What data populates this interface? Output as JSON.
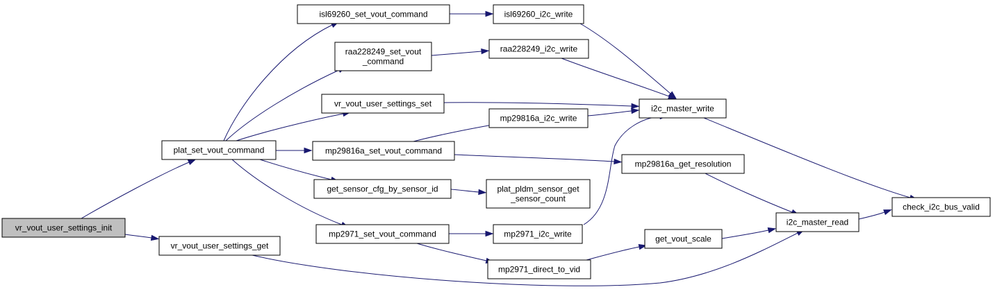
{
  "graph": {
    "colors": {
      "edge": "#191970",
      "root_fill": "#bfbfbf",
      "node_fill": "#ffffff",
      "node_border": "#000000"
    },
    "nodes": {
      "n_root": {
        "lines": [
          "vr_vout_user_settings_init"
        ],
        "highlight": true
      },
      "n_plat": {
        "lines": [
          "plat_set_vout_command"
        ]
      },
      "n_vget": {
        "lines": [
          "vr_vout_user_settings_get"
        ]
      },
      "n_isl_set": {
        "lines": [
          "isl69260_set_vout_command"
        ]
      },
      "n_raa_set": {
        "lines": [
          "raa228249_set_vout",
          "_command"
        ]
      },
      "n_vset": {
        "lines": [
          "vr_vout_user_settings_set"
        ]
      },
      "n_mp16_set": {
        "lines": [
          "mp29816a_set_vout_command"
        ]
      },
      "n_getcfg": {
        "lines": [
          "get_sensor_cfg_by_sensor_id"
        ]
      },
      "n_mp71_set": {
        "lines": [
          "mp2971_set_vout_command"
        ]
      },
      "n_isl_w": {
        "lines": [
          "isl69260_i2c_write"
        ]
      },
      "n_raa_w": {
        "lines": [
          "raa228249_i2c_write"
        ]
      },
      "n_mp16_w": {
        "lines": [
          "mp29816a_i2c_write"
        ]
      },
      "n_pldm": {
        "lines": [
          "plat_pldm_sensor_get",
          "_sensor_count"
        ]
      },
      "n_mp71_w": {
        "lines": [
          "mp2971_i2c_write"
        ]
      },
      "n_mp71_vid": {
        "lines": [
          "mp2971_direct_to_vid"
        ]
      },
      "n_i2cw": {
        "lines": [
          "i2c_master_write"
        ]
      },
      "n_mp16_res": {
        "lines": [
          "mp29816a_get_resolution"
        ]
      },
      "n_vscale": {
        "lines": [
          "get_vout_scale"
        ]
      },
      "n_i2cr": {
        "lines": [
          "i2c_master_read"
        ]
      },
      "n_check": {
        "lines": [
          "check_i2c_bus_valid"
        ]
      }
    }
  }
}
